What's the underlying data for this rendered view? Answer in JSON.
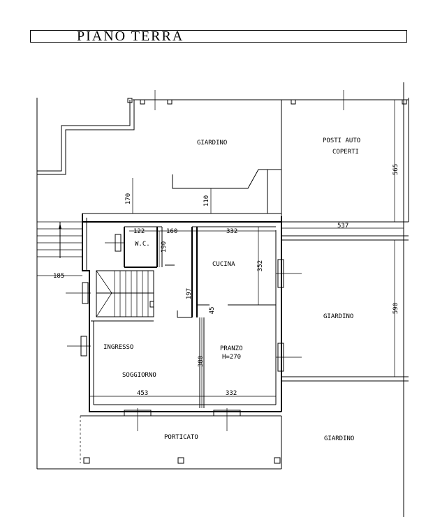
{
  "title": "PIANO TERRA",
  "rooms": {
    "giardino_top": "GIARDINO",
    "posti_auto_1": "POSTI AUTO",
    "posti_auto_2": "COPERTI",
    "wc": "W.C.",
    "cucina": "CUCINA",
    "giardino_right": "GIARDINO",
    "ingresso": "INGRESSO",
    "pranzo": "PRANZO",
    "pranzo_h": "H=270",
    "soggiorno": "SOGGIORNO",
    "porticato": "PORTICATO",
    "giardino_bottom": "GIARDINO"
  },
  "dimensions": {
    "d170": "170",
    "d110": "110",
    "d565": "565",
    "d122": "122",
    "d160": "160",
    "d332_top": "332",
    "d537": "537",
    "d190": "190",
    "d352": "352",
    "d185": "185",
    "d197": "197",
    "d45": "45",
    "d590": "590",
    "d380": "380",
    "d453": "453",
    "d332_bottom": "332"
  }
}
